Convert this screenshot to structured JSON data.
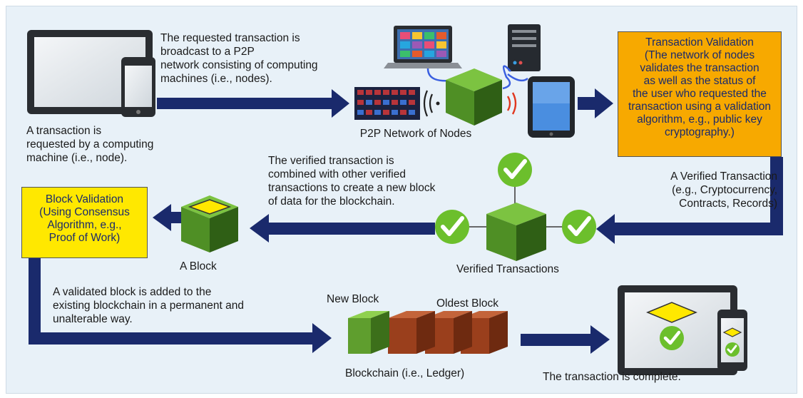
{
  "captions": {
    "requester": "A transaction is\nrequested by a computing\nmachine (i.e., node).",
    "broadcast": "The requested transaction is\nbroadcast to a P2P\nnetwork consisting of computing\nmachines (i.e., nodes).",
    "p2p_network": "P2P Network of Nodes",
    "verified_transaction": "A Verified Transaction\n(e.g., Cryptocurrency,\nContracts, Records)",
    "combined": "The verified transaction is\ncombined with other verified\ntransactions to create a new block\nof data for the blockchain.",
    "verified_transactions": "Verified Transactions",
    "a_block": "A Block",
    "added": "A validated block is added to the\nexisting blockchain in a permanent and\nunalterable way.",
    "new_block": "New Block",
    "oldest_block": "Oldest Block",
    "blockchain": "Blockchain (i.e., Ledger)",
    "complete": "The transaction is complete."
  },
  "boxes": {
    "transaction_validation": "Transaction Validation\n(The network of nodes\nvalidates the transaction\nas well as the status of\nthe user who requested the\ntransaction using a validation\nalgorithm, e.g., public key\ncryptography.)",
    "block_validation": "Block Validation\n(Using Consensus\nAlgorithm, e.g.,\nProof of Work)"
  },
  "colors": {
    "arrow": "#1a2a6c",
    "orange_box": "#f7a900",
    "yellow_box": "#ffe800",
    "cube_green": "#5f9e2e",
    "block_brown": "#9a3f1c",
    "check_green": "#6cbf2c"
  }
}
